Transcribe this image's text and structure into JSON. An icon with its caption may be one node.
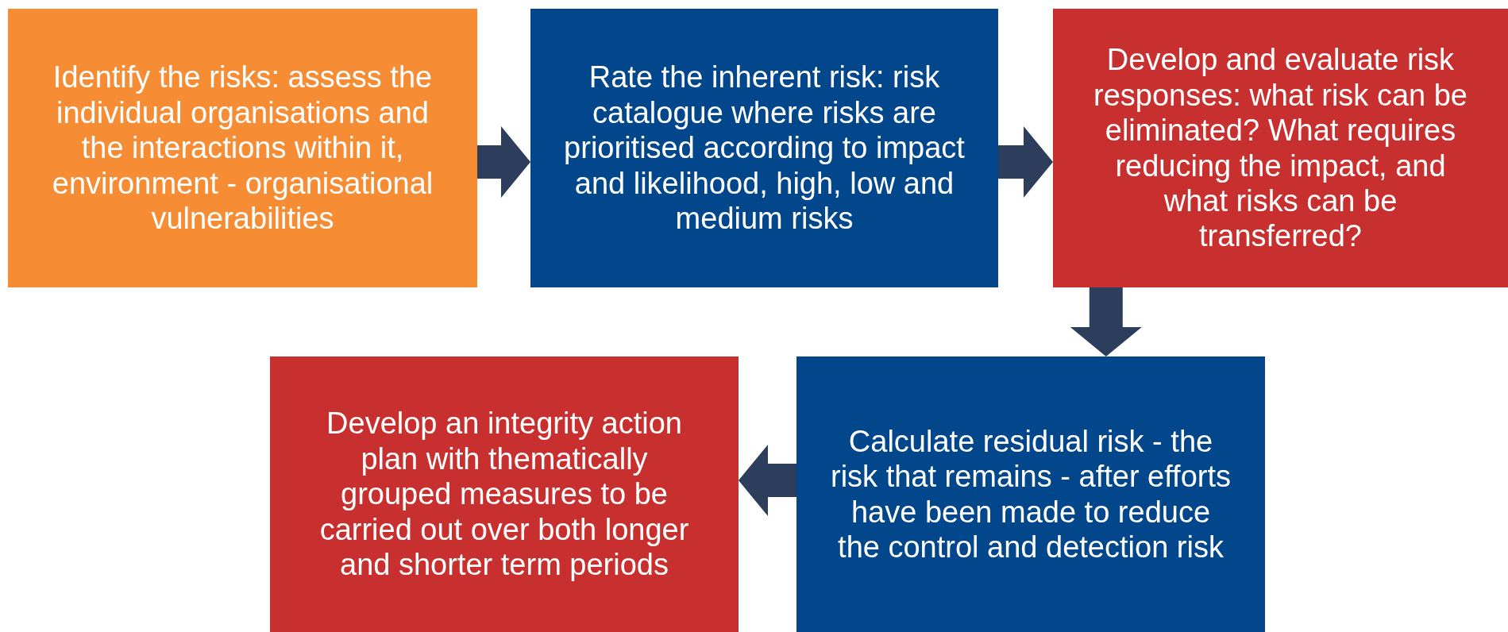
{
  "diagram": {
    "nodes": [
      {
        "text": [
          "Identify the risks: assess the individual organisations and the interactions within it, environment - organisational vulnerabilities"
        ]
      },
      {
        "text": [
          "Rate the inherent risk: risk catalogue where risks are prioritised according to impact and likelihood, high, low and medium risks"
        ]
      },
      {
        "text": [
          "Develop and evaluate risk responses: what risk can be eliminated? What requires reducing the impact, and what risks can be transferred?"
        ]
      },
      {
        "text": [
          "Calculate residual risk - the risk that remains - after efforts have been made to reduce the control and detection risk"
        ]
      },
      {
        "text": [
          "Develop an integrity action plan with thematically grouped measures to be carried out over both longer and shorter term periods"
        ]
      }
    ],
    "edges": [
      {
        "from": 0,
        "to": 1,
        "arrow": "to"
      },
      {
        "from": 1,
        "to": 2,
        "arrow": "to"
      },
      {
        "from": 2,
        "to": 3,
        "arrow": "to"
      },
      {
        "from": 3,
        "to": 4,
        "arrow": "to"
      }
    ]
  }
}
